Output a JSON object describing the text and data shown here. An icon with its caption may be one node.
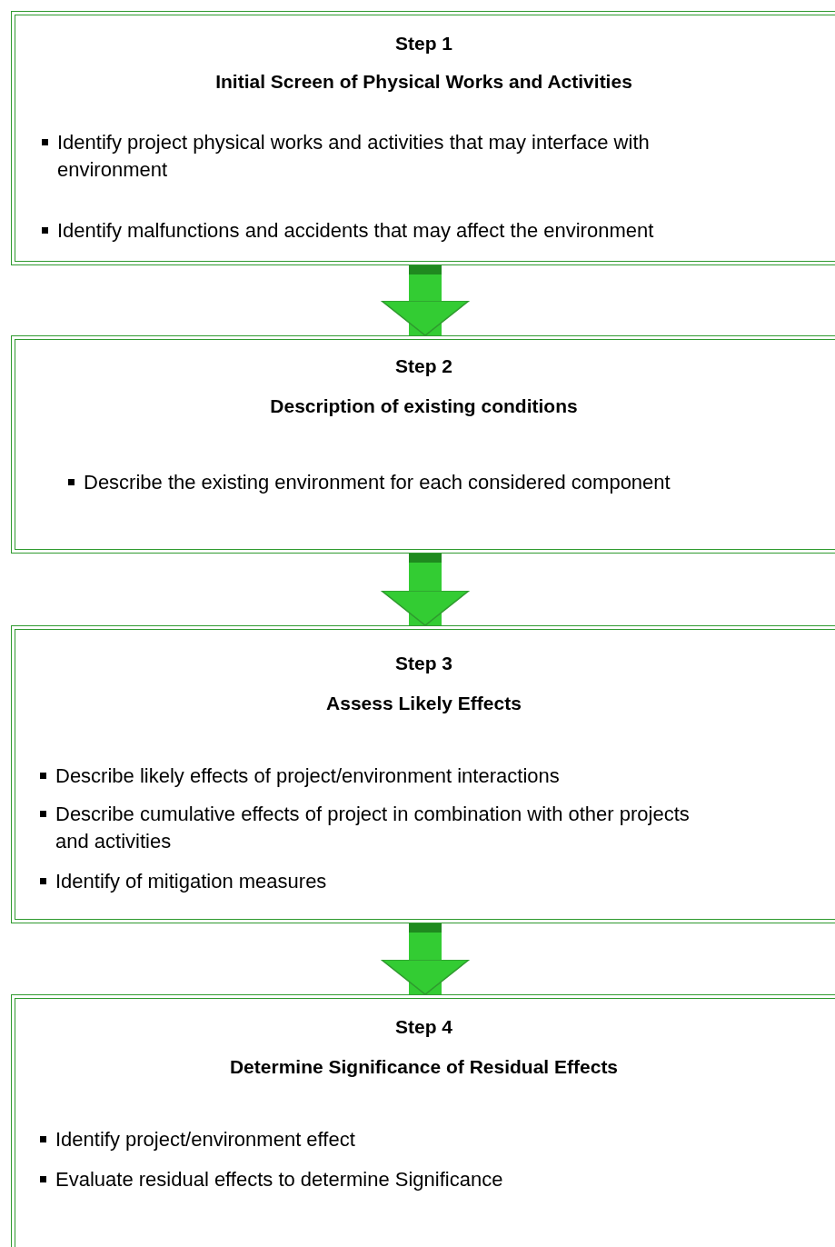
{
  "diagram": {
    "nodes": [
      {
        "text": [
          "Step 1",
          "Initial Screen of Physical Works and Activities",
          "Identify project physical works and activities that may interface with environment",
          "Identify malfunctions and accidents that may affect the environment"
        ]
      },
      {
        "text": [
          "Step 2",
          "Description of existing conditions",
          "Describe the existing environment for each considered component"
        ]
      },
      {
        "text": [
          "Step 3",
          "Assess Likely Effects",
          "Describe likely effects of project/environment interactions",
          "Describe cumulative effects of project in combination with other projects and activities",
          "Identify of mitigation measures"
        ]
      },
      {
        "text": [
          "Step 4",
          "Determine Significance of Residual Effects",
          "Identify project/environment effect",
          "Evaluate residual effects to determine Significance"
        ]
      }
    ],
    "edges": [
      {
        "from": 0,
        "to": 1,
        "arrow": "to"
      },
      {
        "from": 1,
        "to": 2,
        "arrow": "to"
      },
      {
        "from": 2,
        "to": 3,
        "arrow": "to"
      }
    ]
  }
}
